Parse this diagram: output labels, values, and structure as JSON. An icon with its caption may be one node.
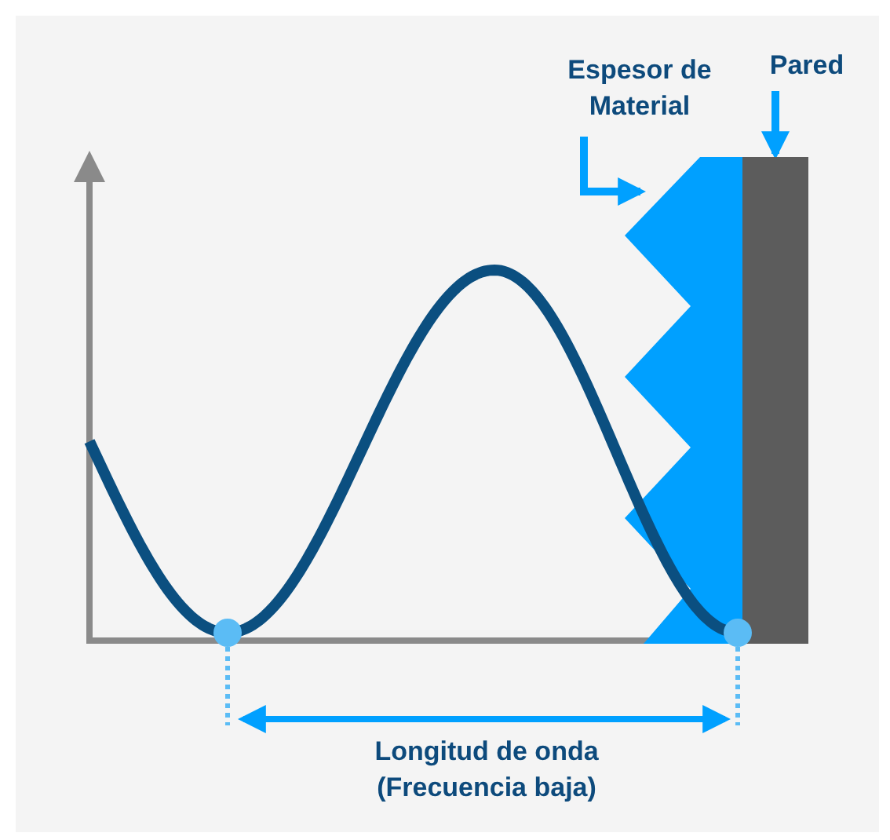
{
  "diagram": {
    "nodes": [
      {
        "text": [
          "Espesor de Material"
        ]
      },
      {
        "text": [],
        "shape": "picture"
      },
      {
        "text": [
          "Pared"
        ]
      },
      {
        "text": [],
        "shape": "bar"
      }
    ],
    "edges": [
      {
        "from": 0,
        "to": 1,
        "arrow": "to"
      },
      {
        "from": 2,
        "to": 3,
        "arrow": "to"
      }
    ],
    "labels": [
      "Longitud de onda (Frecuencia baja)"
    ]
  }
}
